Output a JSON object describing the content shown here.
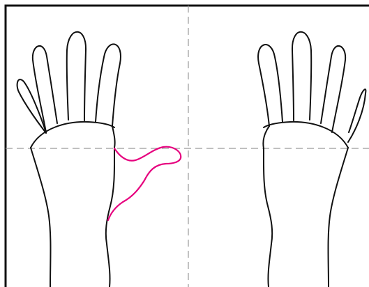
{
  "diagram": {
    "colors": {
      "background": "#ffffff",
      "outline": "#111111",
      "guide": "#9a9a9a",
      "highlight": "#e6007e"
    },
    "guides": {
      "vertical_style": "dashed",
      "horizontal_style": "dashed"
    },
    "shapes": {
      "left_figure": "open-hand-outline",
      "right_figure": "open-hand-outline",
      "accent": "magenta-freehand-curve"
    }
  }
}
